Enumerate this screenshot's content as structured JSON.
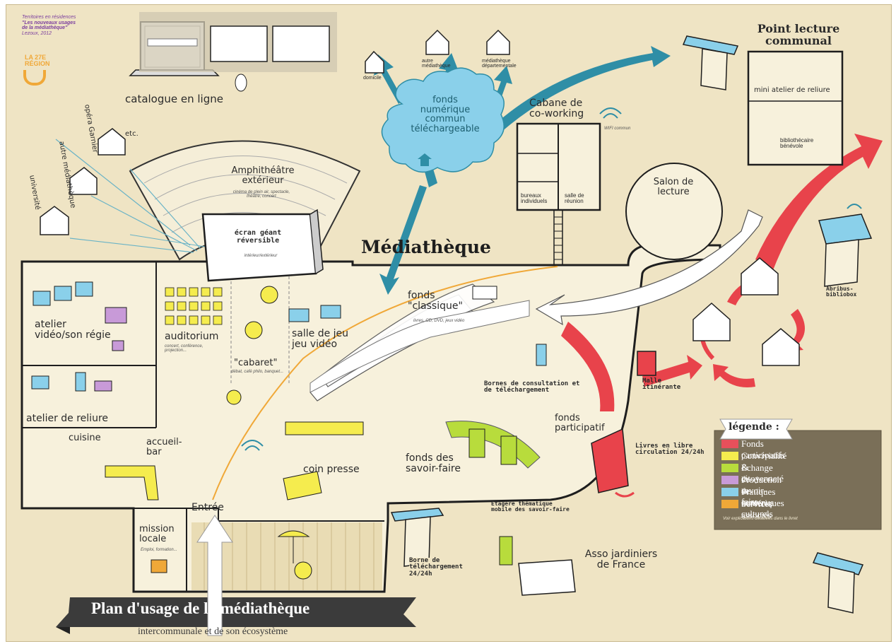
{
  "credits": {
    "line1": "Territoires en résidences",
    "line2": "\"Les nouveaux usages",
    "line3": "de la médiathèque\"",
    "line4": "Lezoux, 2012"
  },
  "logo": {
    "text": "LA 27E RÉGION"
  },
  "catalogue": {
    "label": "catalogue en ligne"
  },
  "homes": {
    "domicile": "domicile",
    "autre_mediatheque": "autre médiathèque",
    "mediatheque_dep": "médiathèque départementale"
  },
  "cloud": {
    "label": "fonds numérique commun téléchargeable"
  },
  "left_links": {
    "opera": "opéra Garnier",
    "etc": "etc.",
    "autre_mediatheque": "autre médiathèque",
    "universite": "université"
  },
  "amphi": {
    "title": "Amphithéâtre extérieur",
    "sub": "cinéma de plein air, spectacle, théâtre, concert"
  },
  "ecran": {
    "title": "écran géant réversible",
    "sub": "intérieur/extérieur"
  },
  "mediatheque": {
    "title": "Médiathèque"
  },
  "coworking": {
    "title": "Cabane de co-working",
    "bureaux": "bureaux individuels",
    "salle": "salle de réunion",
    "wifi": "WIFI commun"
  },
  "point_lecture": {
    "title": "Point lecture communal",
    "atelier": "mini atelier de reliure",
    "biblio": "bibliothécaire bénévole"
  },
  "salon": {
    "title": "Salon de lecture"
  },
  "rooms": {
    "atelier_video": "atelier vidéo/son régie",
    "auditorium": "auditorium",
    "auditorium_sub": "concert, conférence, projection...",
    "cabaret": "\"cabaret\"",
    "cabaret_sub": "débat, café philo, banquet...",
    "salle_jeu": "salle de jeu jeu vidéo",
    "atelier_reliure": "atelier de reliure",
    "cuisine": "cuisine",
    "accueil": "accueil-bar",
    "coin_presse": "coin presse",
    "mission": "mission locale",
    "mission_sub": "Emploi, formation...",
    "entree": "Entrée",
    "fonds_classique": "fonds \"classique\"",
    "fonds_classique_sub": "livres, CD, DVD, jeux vidéo",
    "bornes": "Bornes de consultation et de téléchargement",
    "fonds_participatif": "fonds participatif",
    "fonds_savoir": "fonds des savoir-faire",
    "livres_libre": "Livres en libre circulation 24/24h",
    "malle": "Malle itinérante",
    "etagere": "Etagère thématique mobile des savoir-faire",
    "borne_24": "Borne de téléchargement 24/24h",
    "asso": "Asso jardiniers de France",
    "abribus": "Abribus-bibliobox"
  },
  "legend": {
    "title": "légende :",
    "items": [
      {
        "label": "Fonds participatifs",
        "color": "#e8505b"
      },
      {
        "label": "Convivialité & citoyenneté",
        "color": "#f5ec4e"
      },
      {
        "label": "Echange de savoir-faire",
        "color": "#b8dc3c"
      },
      {
        "label": "Production de contenus culturels",
        "color": "#c89ad8"
      },
      {
        "label": "Pratiques numériques",
        "color": "#8ad0ea"
      },
      {
        "label": "Services associés",
        "color": "#f0a838"
      }
    ],
    "note": "Voir explications détaillées dans le livret"
  },
  "banner": {
    "title": "Plan d'usage de la médiathèque",
    "subtitle": "intercommunale et de son écosystème"
  },
  "colors": {
    "teal": "#2f8ea6",
    "red": "#e8434b",
    "cream": "#f7f1dc",
    "bg": "#efe4c4",
    "ink": "#1e1e1e"
  }
}
